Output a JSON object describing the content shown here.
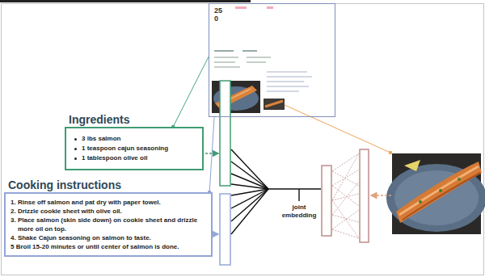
{
  "diagram": {
    "nodes": [
      {
        "text": [
          "25",
          "0"
        ]
      },
      {
        "text": [
          "Ingredients",
          "3 lbs salmon",
          "1 teaspoon cajun seasoning",
          "1 tablespoon olive oil"
        ]
      },
      {
        "text": [
          "Cooking instructions",
          "1. Rinse off salmon and pat dry with paper towel.",
          "2. Drizzle cookie sheet with olive oil.",
          "3. Place salmon (skin side down) on cookie sheet and drizzle more oil on top.",
          "4. Shake Cajun seasoning on salmon to taste.",
          "5 Broil 15-20 minutes or until center of salmon is done."
        ]
      }
    ],
    "edges": [
      {
        "from": 0,
        "to": 1,
        "arrow": "none"
      },
      {
        "from": 0,
        "to": 2,
        "arrow": "none"
      }
    ],
    "labels": [
      "joint embedding"
    ]
  }
}
